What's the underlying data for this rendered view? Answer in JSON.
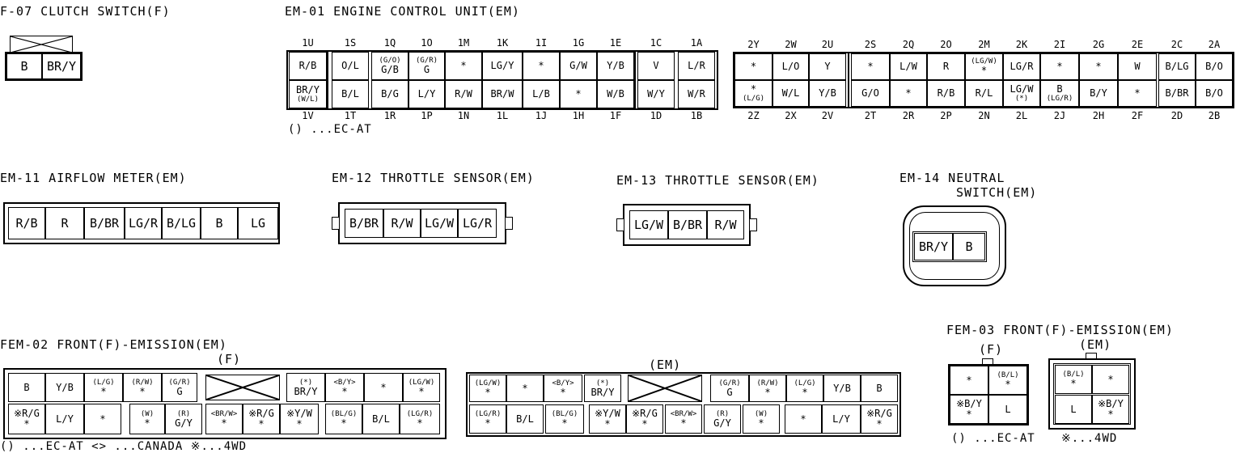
{
  "f07": {
    "title": "F-07 CLUTCH SWITCH(F)",
    "pins": [
      "B",
      "BR/Y"
    ]
  },
  "em01": {
    "title": "EM-01 ENGINE CONTROL UNIT(EM)",
    "note": "() ...EC-AT",
    "g1": {
      "top_labels": [
        "1U",
        "1S",
        "1Q",
        "1O",
        "1M",
        "1K",
        "1I",
        "1G",
        "1E",
        "1C",
        "1A"
      ],
      "bot_labels": [
        "1V",
        "1T",
        "1R",
        "1P",
        "1N",
        "1L",
        "1J",
        "1H",
        "1F",
        "1D",
        "1B"
      ],
      "row1": [
        {
          "m": "R/B"
        },
        {
          "m": "O/L"
        },
        {
          "s": "(G/O)",
          "m": "G/B"
        },
        {
          "s": "(G/R)",
          "m": "G"
        },
        {
          "m": "*"
        },
        {
          "m": "LG/Y"
        },
        {
          "m": "*"
        },
        {
          "m": "G/W"
        },
        {
          "m": "Y/B"
        },
        {
          "m": "V"
        },
        {
          "m": "L/R"
        }
      ],
      "row2": [
        {
          "m": "BR/Y",
          "s": "(W/L)"
        },
        {
          "m": "B/L"
        },
        {
          "m": "B/G"
        },
        {
          "m": "L/Y"
        },
        {
          "m": "R/W"
        },
        {
          "m": "BR/W"
        },
        {
          "m": "L/B"
        },
        {
          "m": "*"
        },
        {
          "m": "W/B"
        },
        {
          "m": "W/Y"
        },
        {
          "m": "W/R"
        }
      ]
    },
    "g2": {
      "top_labels": [
        "2Y",
        "2W",
        "2U",
        "2S",
        "2Q",
        "2O",
        "2M",
        "2K",
        "2I",
        "2G",
        "2E",
        "2C",
        "2A"
      ],
      "bot_labels": [
        "2Z",
        "2X",
        "2V",
        "2T",
        "2R",
        "2P",
        "2N",
        "2L",
        "2J",
        "2H",
        "2F",
        "2D",
        "2B"
      ],
      "row1": [
        {
          "m": "*"
        },
        {
          "m": "L/O"
        },
        {
          "m": "Y"
        },
        {
          "m": "*"
        },
        {
          "m": "L/W"
        },
        {
          "m": "R"
        },
        {
          "s": "(LG/W)",
          "m": "*"
        },
        {
          "m": "LG/R"
        },
        {
          "m": "*"
        },
        {
          "m": "*"
        },
        {
          "m": "W"
        },
        {
          "m": "B/LG"
        },
        {
          "m": "B/O"
        }
      ],
      "row2": [
        {
          "m": "*",
          "s": "(L/G)"
        },
        {
          "m": "W/L"
        },
        {
          "m": "Y/B"
        },
        {
          "m": "G/O"
        },
        {
          "m": "*"
        },
        {
          "m": "R/B"
        },
        {
          "m": "R/L"
        },
        {
          "m": "LG/W",
          "s": "(*)"
        },
        {
          "m": "B",
          "s": "(LG/R)"
        },
        {
          "m": "B/Y"
        },
        {
          "m": "*"
        },
        {
          "m": "B/BR"
        },
        {
          "m": "B/O"
        }
      ]
    }
  },
  "em11": {
    "title": "EM-11 AIRFLOW METER(EM)",
    "pins": [
      "R/B",
      "R",
      "B/BR",
      "LG/R",
      "B/LG",
      "B",
      "LG"
    ]
  },
  "em12": {
    "title": "EM-12 THROTTLE SENSOR(EM)",
    "pins": [
      "B/BR",
      "R/W",
      "LG/W",
      "LG/R"
    ]
  },
  "em13": {
    "title": "EM-13 THROTTLE SENSOR(EM)",
    "pins": [
      "LG/W",
      "B/BR",
      "R/W"
    ]
  },
  "em14": {
    "title_line1": "EM-14 NEUTRAL",
    "title_line2": "SWITCH(EM)",
    "pins": [
      "BR/Y",
      "B"
    ]
  },
  "fem02": {
    "title": "FEM-02 FRONT(F)-EMISSION(EM)",
    "left_label": "(F)",
    "right_label": "(EM)",
    "note": "() ...EC-AT  <> ...CANADA  ※...4WD",
    "left_row1": [
      {
        "m": "B"
      },
      {
        "m": "Y/B"
      },
      {
        "s": "(L/G)",
        "m": "*"
      },
      {
        "s": "(R/W)",
        "m": "*"
      },
      {
        "s": "(G/R)",
        "m": "G"
      },
      {
        "s": "(*)",
        "m": "BR/Y"
      },
      {
        "s": "<B/Y>",
        "m": "*"
      },
      {
        "m": "*"
      },
      {
        "s": "(LG/W)",
        "m": "*"
      }
    ],
    "left_row2": [
      {
        "m": "※R/G",
        "s2": "*"
      },
      {
        "m": "L/Y"
      },
      {
        "m": "*"
      },
      {
        "s": "(W)",
        "m": "*"
      },
      {
        "s": "(R)",
        "m": "G/Y"
      },
      {
        "s": "<BR/W>",
        "m": "*"
      },
      {
        "m": "※R/G",
        "s2": "*"
      },
      {
        "m": "※Y/W",
        "s2": "*"
      },
      {
        "s": "(BL/G)",
        "m": "*"
      },
      {
        "m": "B/L"
      },
      {
        "s": "(LG/R)",
        "m": "*"
      }
    ],
    "right_row1": [
      {
        "s": "(LG/W)",
        "m": "*"
      },
      {
        "m": "*"
      },
      {
        "s": "<B/Y>",
        "m": "*"
      },
      {
        "s": "(*)",
        "m": "BR/Y"
      },
      {
        "s": "(G/R)",
        "m": "G"
      },
      {
        "s": "(R/W)",
        "m": "*"
      },
      {
        "s": "(L/G)",
        "m": "*"
      },
      {
        "m": "Y/B"
      },
      {
        "m": "B"
      }
    ],
    "right_row2": [
      {
        "s": "(LG/R)",
        "m": "*"
      },
      {
        "m": "B/L"
      },
      {
        "s": "(BL/G)",
        "m": "*"
      },
      {
        "m": "※Y/W",
        "s2": "*"
      },
      {
        "m": "※R/G",
        "s2": "*"
      },
      {
        "s": "<BR/W>",
        "m": "*"
      },
      {
        "s": "(R)",
        "m": "G/Y"
      },
      {
        "s": "(W)",
        "m": "*"
      },
      {
        "m": "*"
      },
      {
        "m": "L/Y"
      },
      {
        "m": "※R/G",
        "s2": "*"
      }
    ]
  },
  "fem03": {
    "title": "FEM-03 FRONT(F)-EMISSION(EM)",
    "left_label": "(F)",
    "right_label": "(EM)",
    "note_left": "() ...EC-AT",
    "note_right": "※...4WD",
    "left": [
      {
        "m": "*"
      },
      {
        "s": "(B/L)",
        "m": "*"
      },
      {
        "m": "※B/Y",
        "s2": "*"
      },
      {
        "m": "L"
      }
    ],
    "right": [
      {
        "s": "(B/L)",
        "m": "*"
      },
      {
        "m": "*"
      },
      {
        "m": "L"
      },
      {
        "m": "※B/Y",
        "s2": "*"
      }
    ]
  }
}
